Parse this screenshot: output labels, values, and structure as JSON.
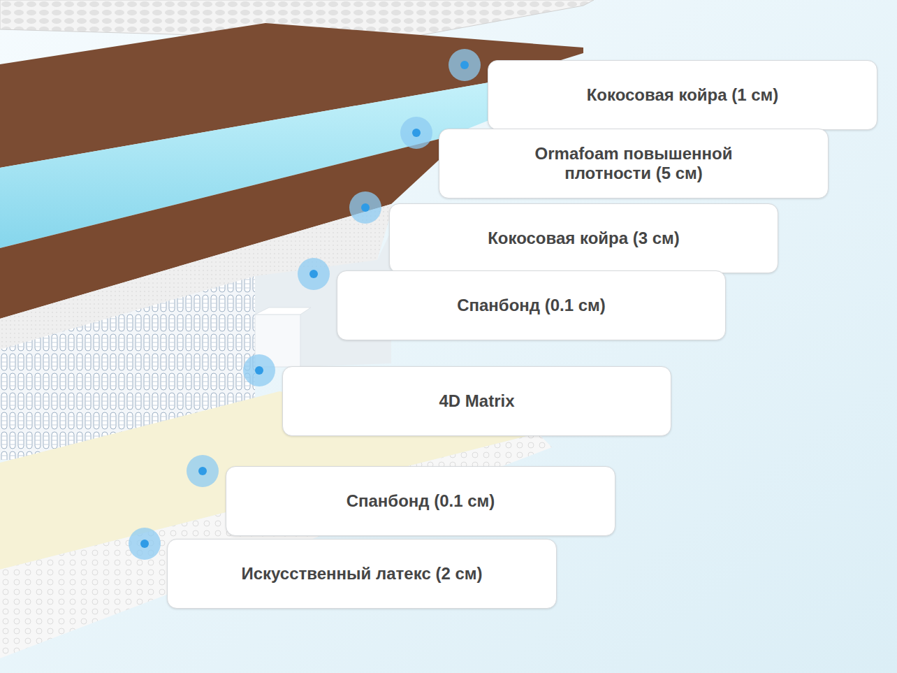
{
  "diagram": {
    "nodes": [
      {
        "text": [
          "Кокосовая койра (1 см)"
        ]
      },
      {
        "text": [
          "Ormafoam повышенной плотности (5 см)"
        ]
      },
      {
        "text": [
          "Кокосовая койра (3 см)"
        ]
      },
      {
        "text": [
          "Спанбонд (0.1 см)"
        ]
      },
      {
        "text": [
          "4D Matrix"
        ]
      },
      {
        "text": [
          "Спанбонд (0.1 см)"
        ]
      },
      {
        "text": [
          "Искусственный латекс (2 см)"
        ]
      }
    ]
  }
}
